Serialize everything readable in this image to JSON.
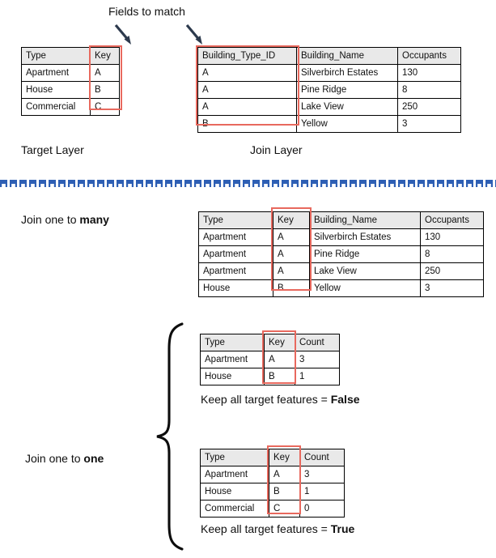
{
  "annotations": {
    "fields_to_match": "Fields to match",
    "target_layer": "Target Layer",
    "join_layer": "Join Layer",
    "join_one_to_many_prefix": "Join one to ",
    "join_one_to_many_strong": "many",
    "join_one_to_one_prefix": "Join one to ",
    "join_one_to_one_strong": "one",
    "keep_all_prefix": "Keep all target features = ",
    "keep_all_false": "False",
    "keep_all_true": "True"
  },
  "colors": {
    "highlight_red": "#e8695e",
    "header_gray": "#e9e9e9",
    "divider_blue": "#2e5fb4",
    "border_black": "#000000",
    "text": "#101010"
  },
  "target_table": {
    "headers": [
      "Type",
      "Key"
    ],
    "rows": [
      [
        "Apartment",
        "A"
      ],
      [
        "House",
        "B"
      ],
      [
        "Commercial",
        "C"
      ]
    ]
  },
  "join_table": {
    "headers": [
      "Building_Type_ID",
      "Building_Name",
      "Occupants"
    ],
    "rows": [
      [
        "A",
        "Silverbirch Estates",
        "130"
      ],
      [
        "A",
        "Pine Ridge",
        "8"
      ],
      [
        "A",
        "Lake View",
        "250"
      ],
      [
        "B",
        "Yellow",
        "3"
      ]
    ]
  },
  "one_to_many_table": {
    "headers": [
      "Type",
      "Key",
      "Building_Name",
      "Occupants"
    ],
    "rows": [
      [
        "Apartment",
        "A",
        "Silverbirch Estates",
        "130"
      ],
      [
        "Apartment",
        "A",
        "Pine Ridge",
        "8"
      ],
      [
        "Apartment",
        "A",
        "Lake View",
        "250"
      ],
      [
        "House",
        "B",
        "Yellow",
        "3"
      ]
    ]
  },
  "one_to_one_false_table": {
    "headers": [
      "Type",
      "Key",
      "Count"
    ],
    "rows": [
      [
        "Apartment",
        "A",
        "3"
      ],
      [
        "House",
        "B",
        "1"
      ]
    ]
  },
  "one_to_one_true_table": {
    "headers": [
      "Type",
      "Key",
      "Count"
    ],
    "rows": [
      [
        "Apartment",
        "A",
        "3"
      ],
      [
        "House",
        "B",
        "1"
      ],
      [
        "Commercial",
        "C",
        "0"
      ]
    ]
  }
}
